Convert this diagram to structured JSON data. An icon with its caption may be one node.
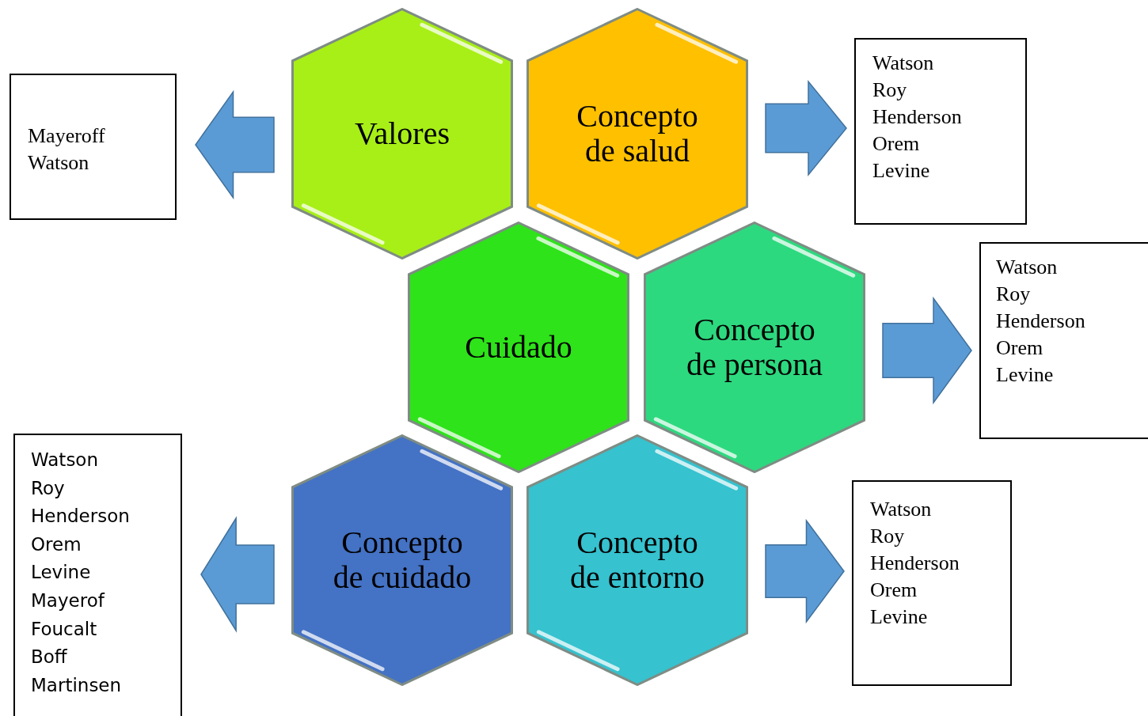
{
  "diagram": {
    "nodes": [
      {
        "text": [
          "Mayeroff",
          "Watson"
        ]
      },
      {
        "text": [
          "Valores"
        ]
      },
      {
        "text": [
          "Concepto de salud"
        ]
      },
      {
        "text": [
          "Watson",
          "Roy",
          "Henderson",
          "Orem",
          "Levine"
        ]
      },
      {
        "text": [
          "Cuidado"
        ]
      },
      {
        "text": [
          "Concepto de persona"
        ]
      },
      {
        "text": [
          "Watson",
          "Roy",
          "Henderson",
          "Orem",
          "Levine"
        ]
      },
      {
        "text": [
          "Watson",
          "Roy",
          "Henderson",
          "Orem",
          "Levine",
          "Mayerof",
          "Foucalt",
          "Boff",
          "Martinsen"
        ]
      },
      {
        "text": [
          "Concepto de cuidado"
        ]
      },
      {
        "text": [
          "Concepto de entorno"
        ]
      },
      {
        "text": [
          "Watson",
          "Roy",
          "Henderson",
          "Orem",
          "Levine"
        ]
      }
    ],
    "edges": [
      {
        "from": 1,
        "to": 0,
        "arrow": "to"
      },
      {
        "from": 2,
        "to": 3,
        "arrow": "to"
      },
      {
        "from": 5,
        "to": 6,
        "arrow": "to"
      },
      {
        "from": 8,
        "to": 7,
        "arrow": "to"
      },
      {
        "from": 9,
        "to": 10,
        "arrow": "to"
      }
    ]
  }
}
